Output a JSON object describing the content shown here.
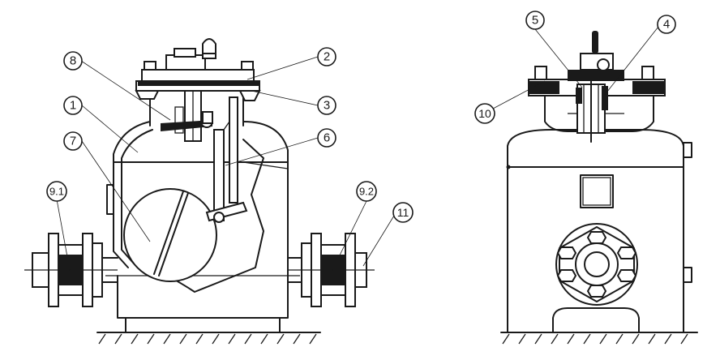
{
  "callouts": [
    {
      "id": "c1",
      "label": "1"
    },
    {
      "id": "c2",
      "label": "2"
    },
    {
      "id": "c3",
      "label": "3"
    },
    {
      "id": "c4",
      "label": "4"
    },
    {
      "id": "c5",
      "label": "5"
    },
    {
      "id": "c6",
      "label": "6"
    },
    {
      "id": "c7",
      "label": "7"
    },
    {
      "id": "c8",
      "label": "8"
    },
    {
      "id": "c91",
      "label": "9.1"
    },
    {
      "id": "c92",
      "label": "9.2"
    },
    {
      "id": "c10",
      "label": "10"
    },
    {
      "id": "c11",
      "label": "11"
    }
  ]
}
